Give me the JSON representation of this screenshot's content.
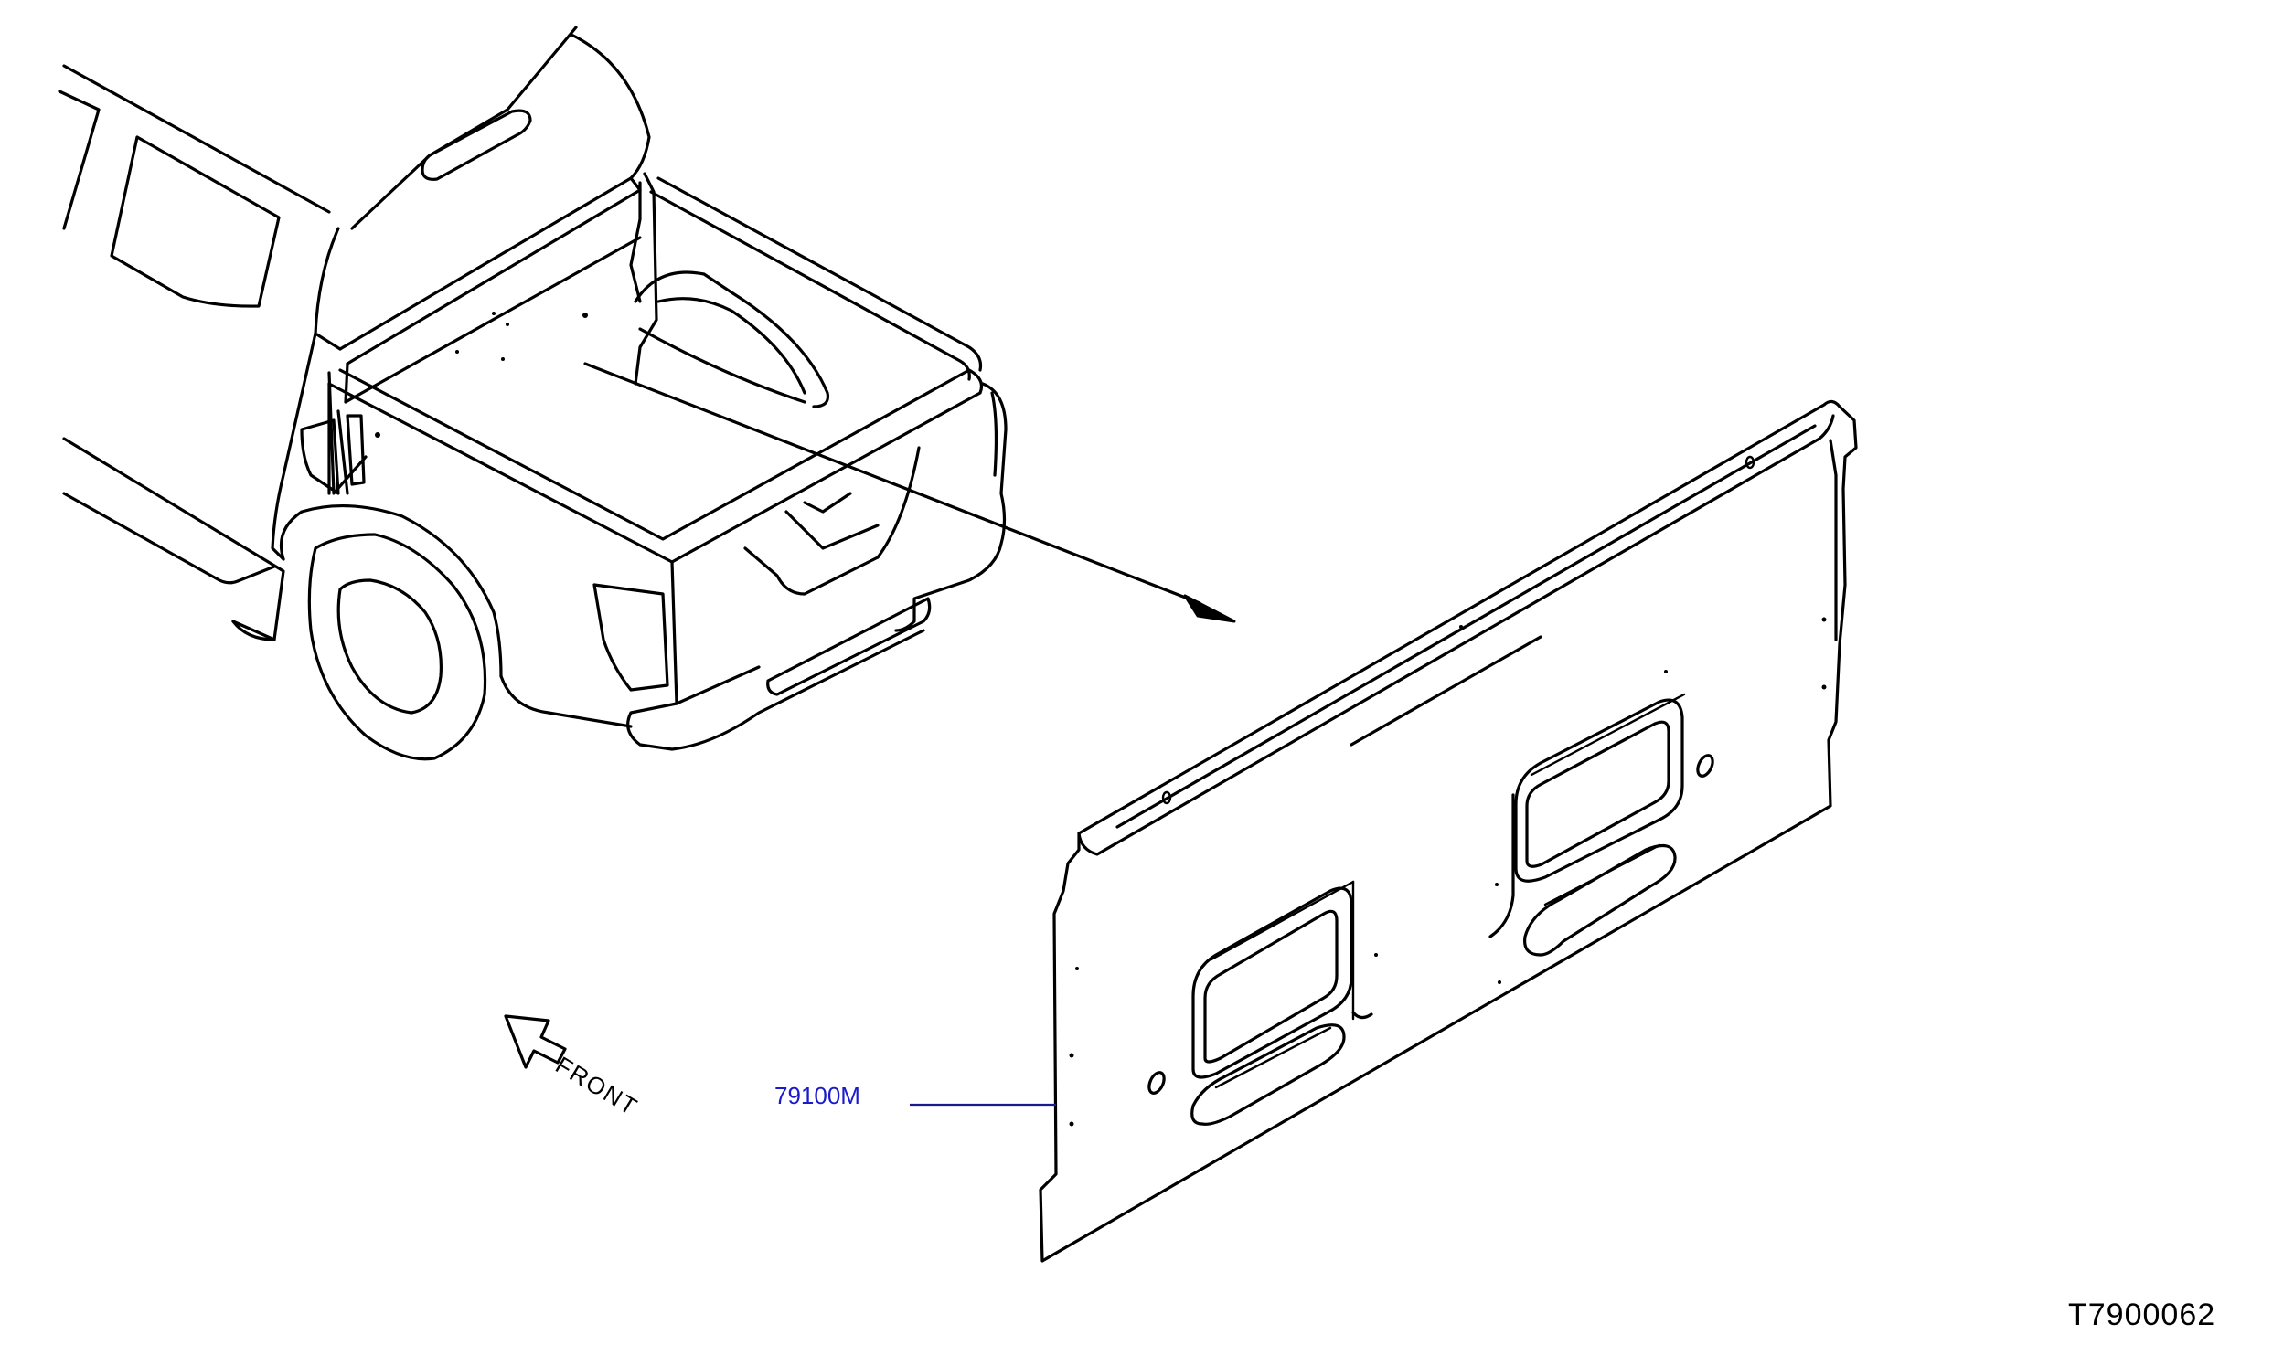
{
  "diagram": {
    "part_callout": "79100M",
    "direction_label": "FRONT",
    "drawing_id": "T7900062"
  },
  "colors": {
    "lines": "#000000",
    "callout_text": "#1a1acc",
    "leader_line": "#1a1a8a",
    "background": "#ffffff"
  },
  "icons": {
    "direction": "hollow-arrow-icon"
  }
}
